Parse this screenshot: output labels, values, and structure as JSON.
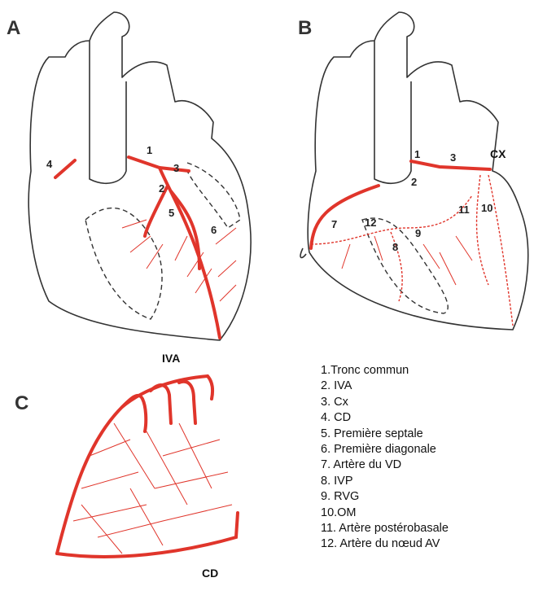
{
  "panels": {
    "a": "A",
    "b": "B",
    "c": "C"
  },
  "panel_a_numbers": [
    "1",
    "2",
    "3",
    "4",
    "5",
    "6"
  ],
  "panel_b_numbers": [
    "1",
    "2",
    "3",
    "7",
    "12",
    "8",
    "9",
    "11",
    "10"
  ],
  "panel_b_label_cx": "CX",
  "panel_c_labels": {
    "top": "IVA",
    "bottom": "CD"
  },
  "legend": [
    "1.Tronc commun",
    "2. IVA",
    "3. Cx",
    "4. CD",
    "5. Première septale",
    "6. Première diagonale",
    "7. Artère du VD",
    "8. IVP",
    "9. RVG",
    "10.OM",
    "11. Artère postérobasale",
    "12. Artère  du nœud AV"
  ],
  "colors": {
    "artery": "#e0352b",
    "outline": "#333333"
  }
}
